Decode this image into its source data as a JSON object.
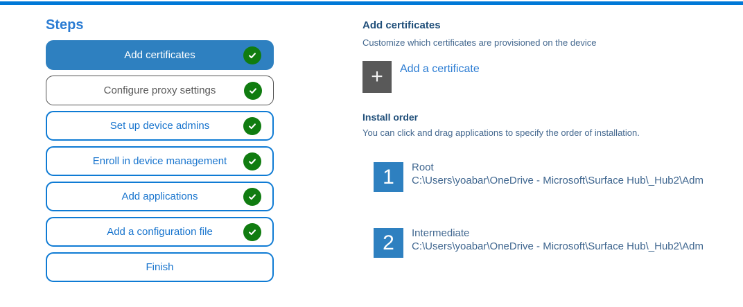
{
  "colors": {
    "accent_bar": "#0078d7",
    "active_step_bg": "#2e80c0",
    "step_border_blue": "#0f7bd4",
    "step_text_blue": "#1673cd",
    "visited_step_border": "#4f4f4f",
    "visited_step_text": "#595959",
    "check_green": "#107c10",
    "heading_navy": "#1f4e79",
    "body_slate": "#44688f",
    "link_blue": "#2b7cd3",
    "tile_gray": "#595959"
  },
  "icons": {
    "completed": "check-icon",
    "add": "plus-icon",
    "plus_glyph": "+"
  },
  "sidebar": {
    "title": "Steps",
    "steps": [
      {
        "label": "Add certificates",
        "state": "active",
        "completed": true
      },
      {
        "label": "Configure proxy settings",
        "state": "visited",
        "completed": true
      },
      {
        "label": "Set up device admins",
        "state": "normal",
        "completed": true
      },
      {
        "label": "Enroll in device management",
        "state": "normal",
        "completed": true
      },
      {
        "label": "Add applications",
        "state": "normal",
        "completed": true
      },
      {
        "label": "Add a configuration file",
        "state": "normal",
        "completed": true
      },
      {
        "label": "Finish",
        "state": "normal",
        "completed": false
      }
    ]
  },
  "main": {
    "section_title": "Add certificates",
    "section_subtitle": "Customize which certificates are provisioned on the device",
    "add_button": {
      "label": "Add a certificate"
    },
    "install_order": {
      "title": "Install order",
      "hint": "You can click and drag applications to specify the order of installation.",
      "items": [
        {
          "order": "1",
          "name": "Root",
          "path": "C:\\Users\\yoabar\\OneDrive - Microsoft\\Surface Hub\\_Hub2\\Adm"
        },
        {
          "order": "2",
          "name": "Intermediate",
          "path": "C:\\Users\\yoabar\\OneDrive - Microsoft\\Surface Hub\\_Hub2\\Adm"
        }
      ]
    }
  }
}
